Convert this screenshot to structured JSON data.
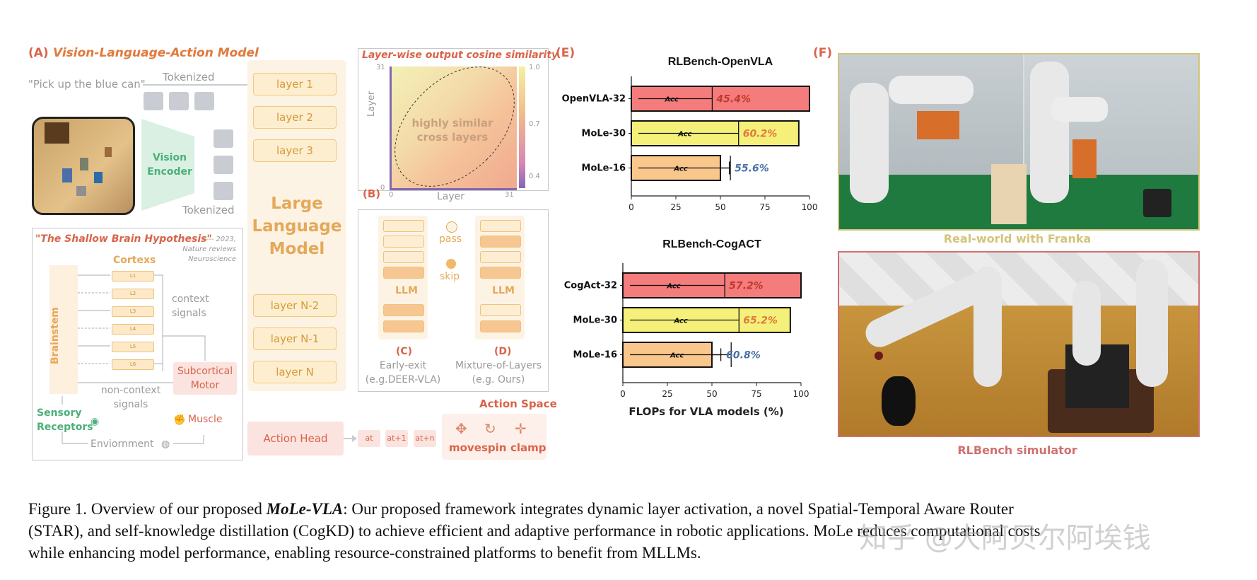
{
  "panel_a": {
    "label": "(A)",
    "title": "Vision-Language-Action Model",
    "instruction": "\"Pick up the blue can\"",
    "tokenized_top": "Tokenized",
    "tokenized_bottom": "Tokenized",
    "vision_encoder": "Vision\nEncoder",
    "llm_title": "Large\nLanguage\nModel",
    "layers_top": [
      "layer 1",
      "layer 2",
      "layer 3"
    ],
    "layers_bottom": [
      "layer N-2",
      "layer N-1",
      "layer N"
    ],
    "action_head": "Action Head",
    "action_tokens": [
      "at",
      "at+1",
      "at+n"
    ],
    "action_space_title": "Action Space",
    "actions": [
      "move",
      "spin",
      "clamp"
    ]
  },
  "heatmap": {
    "title": "Layer-wise output cosine similarity",
    "ylabel": "Layer",
    "xlabel": "Layer",
    "y_top": "31",
    "y_bottom": "0",
    "x_left": "0",
    "x_right": "31",
    "annotation": "highly similar\ncross layers",
    "colorbar_ticks": [
      "1.0",
      "0.7",
      "0.4"
    ]
  },
  "panel_b": {
    "label": "(B)",
    "pass": "pass",
    "skip": "skip",
    "llm_left": "LLM",
    "llm_right": "LLM",
    "c_label": "(C)",
    "c_text": "Early-exit\n(e.g.DEER-VLA)",
    "d_label": "(D)",
    "d_text": "Mixture-of-Layers\n(e.g. Ours)"
  },
  "brain": {
    "title": "\"The Shallow Brain Hypothesis\"",
    "source": "--- 2023,\nNature reviews\nNeuroscience",
    "cortices": "Cortexs",
    "brainstem": "Brainstem",
    "cortex_layers": [
      "L1",
      "L2",
      "L3",
      "L4",
      "L5",
      "L6"
    ],
    "context": "context\nsignals",
    "non_context": "non-context\nsignals",
    "subcortical": "Subcortical\nMotor",
    "sensory": "Sensory\nReceptors",
    "muscle": "Muscle",
    "environment": "Enviornment"
  },
  "panel_e": {
    "label": "(E)"
  },
  "panel_f": {
    "label": "(F)",
    "real_caption": "Real-world with Franka",
    "sim_caption": "RLBench simulator"
  },
  "chart_data": [
    {
      "type": "bar",
      "title": "RLBench-OpenVLA",
      "categories": [
        "OpenVLA-32",
        "MoLe-30",
        "MoLe-16"
      ],
      "values": [
        100,
        94,
        50
      ],
      "acc_labels": [
        "45.4%",
        "60.2%",
        "55.6%"
      ],
      "acc_values": [
        45.4,
        60.2,
        55.6
      ],
      "bar_colors": [
        "#f47c7c",
        "#f5f07a",
        "#f9c68c"
      ],
      "acc_colors": [
        "#c0392b",
        "#e07a3c",
        "#4a6fa5"
      ],
      "inner_label": "Acc",
      "xlim": [
        0,
        100
      ],
      "xticks": [
        "0",
        "25",
        "50",
        "75",
        "100"
      ]
    },
    {
      "type": "bar",
      "title": "RLBench-CogACT",
      "categories": [
        "CogAct-32",
        "MoLe-30",
        "MoLe-16"
      ],
      "values": [
        100,
        94,
        50
      ],
      "acc_labels": [
        "57.2%",
        "65.2%",
        "60.8%"
      ],
      "acc_values": [
        57.2,
        65.2,
        60.8
      ],
      "bar_colors": [
        "#f47c7c",
        "#f5f07a",
        "#f9c68c"
      ],
      "acc_colors": [
        "#c0392b",
        "#e07a3c",
        "#4a6fa5"
      ],
      "inner_label": "Acc",
      "xlim": [
        0,
        100
      ],
      "xticks": [
        "0",
        "25",
        "50",
        "75",
        "100"
      ],
      "xlabel": "FLOPs for VLA models (%)"
    }
  ],
  "caption": {
    "fig_label": "Figure 1.",
    "lead": "Overview of our proposed",
    "model": "MoLe-VLA",
    "line1_rest": ": Our proposed framework integrates dynamic layer activation, a novel Spatial-Temporal Aware Router",
    "line2": "(STAR), and self-knowledge distillation (CogKD) to achieve efficient and adaptive performance in robotic applications. MoLe reduces computational costs",
    "line3": "while enhancing model performance, enabling resource-constrained platforms to benefit from MLLMs.",
    "watermark": "知乎 @大阿贝尔阿埃钱"
  }
}
